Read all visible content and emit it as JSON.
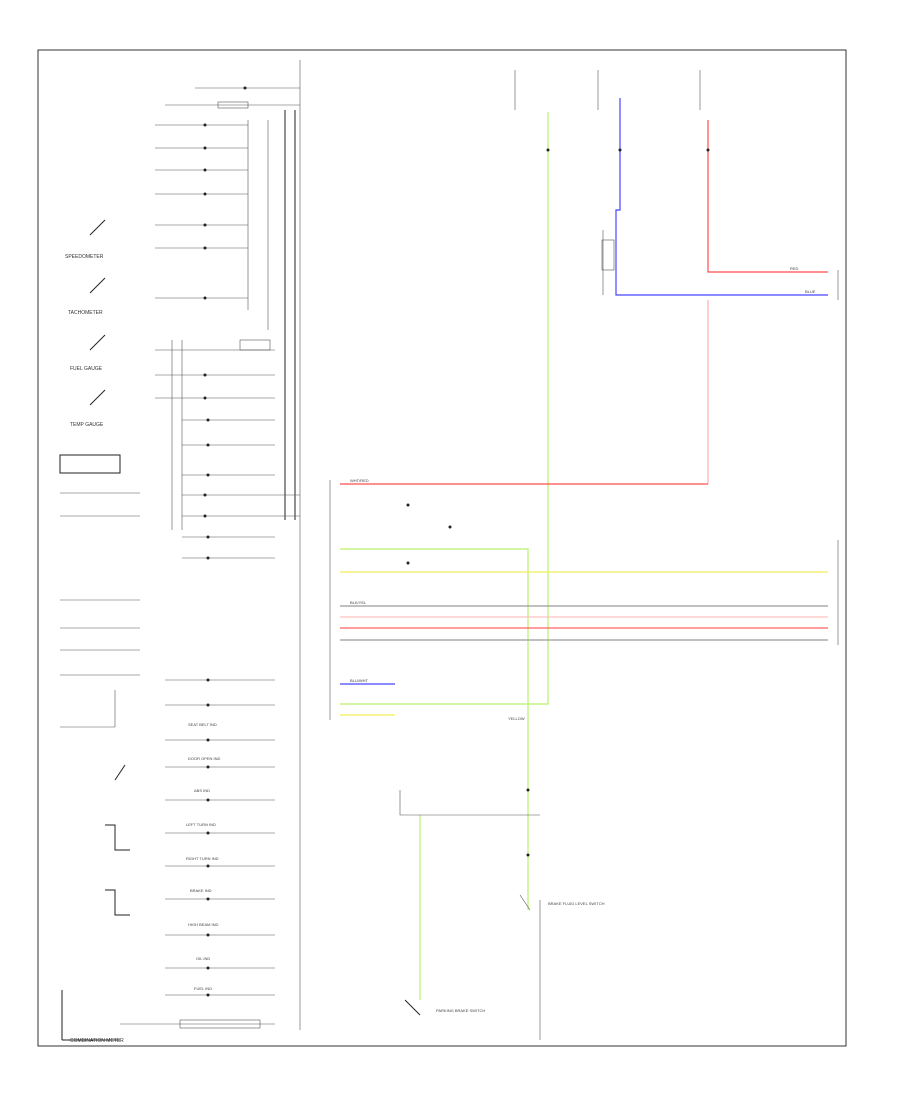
{
  "diagram": {
    "colors": {
      "red": "#ff4d4d",
      "blue": "#4646ff",
      "green": "#b8f06a",
      "yellow": "#f2ef5a",
      "gray": "#9a9a9a",
      "pink": "#ffb0b0",
      "black": "#222222"
    },
    "left_labels": [
      "SPEEDOMETER",
      "TACHOMETER",
      "FUEL GAUGE",
      "TEMP GAUGE",
      "COMBINATION METER"
    ],
    "center_labels": [
      "SEAT BELT IND",
      "DOOR OPEN IND",
      "ABS IND",
      "LEFT TURN IND",
      "RIGHT TURN IND",
      "BRAKE IND",
      "HIGH BEAM IND",
      "OIL IND",
      "FUEL IND"
    ],
    "wire_labels": [
      "WHT/RED",
      "BLK/YEL",
      "YELLOW",
      "BLU/WHT",
      "RED",
      "BLUE"
    ],
    "components": [
      "BRAKE FLUID LEVEL SWITCH",
      "PARKING BRAKE SWITCH"
    ]
  }
}
